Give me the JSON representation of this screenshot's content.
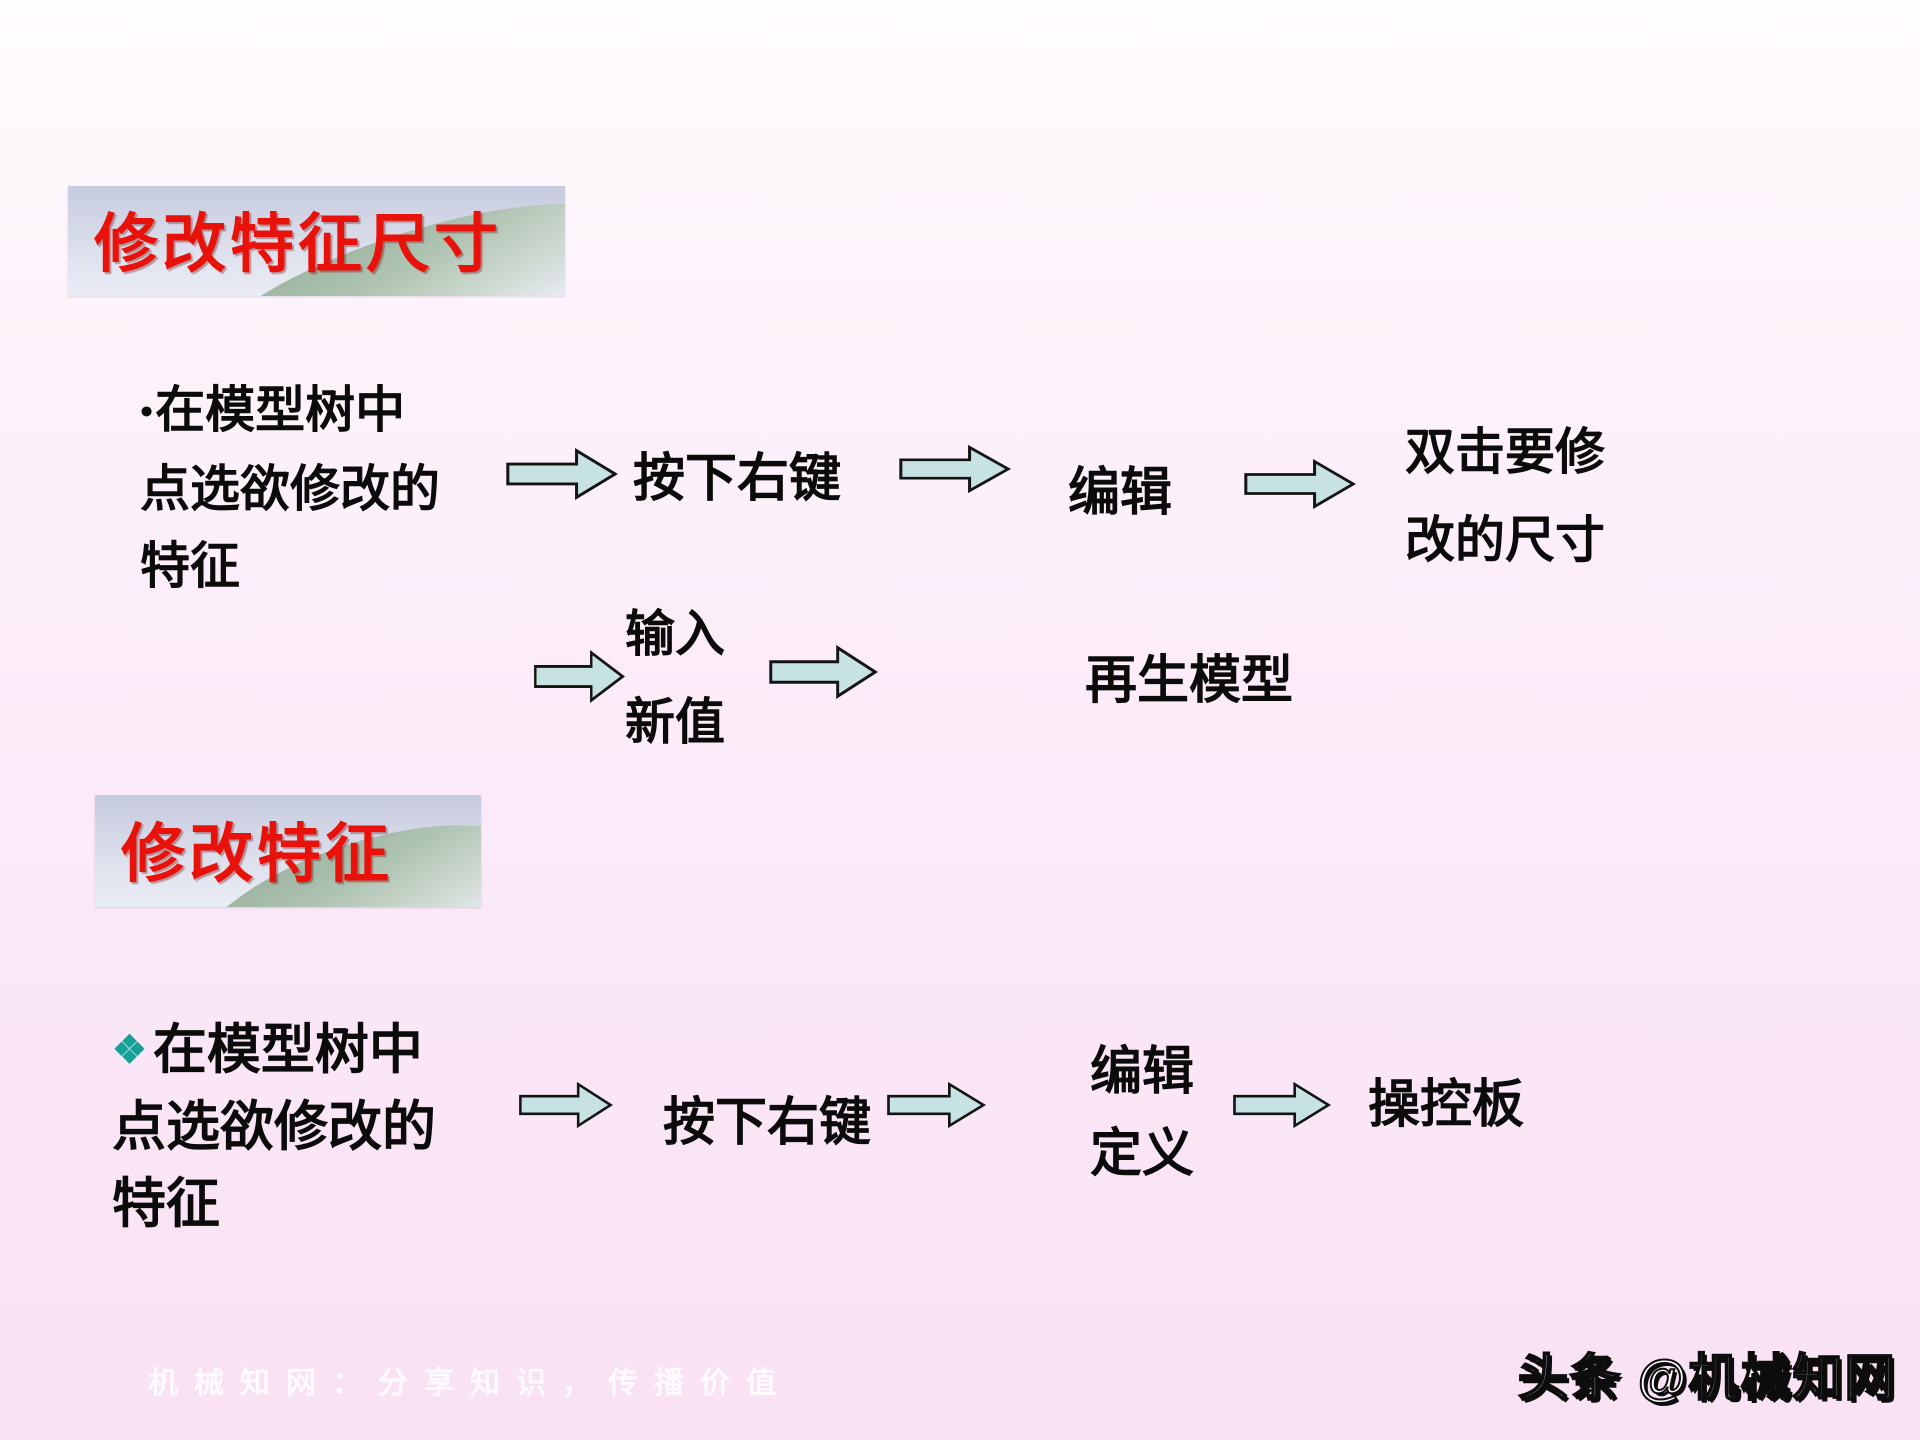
{
  "slide": {
    "arrow_fill": "#c6e2e3",
    "arrow_stroke": "#141414",
    "title_color": "#e8120a",
    "banner_top_color": "#c7cbdf",
    "banner_bottom_color": "#e9ecf4",
    "bg_top": "#fdf5fb",
    "bg_bottom": "#f8e1f3"
  },
  "section_dim": {
    "title": "修改特征尺寸",
    "bullet_marker": "•",
    "bullet_line1": "在模型树中",
    "bullet_line2": "点选欲修改的",
    "bullet_line3": "特征",
    "row1": {
      "step1": "按下右键",
      "step2": "编辑",
      "step3_line1": "双击要修",
      "step3_line2": "改的尺寸"
    },
    "row2": {
      "step1_line1": "输入",
      "step1_line2": "新值",
      "step2": "再生模型"
    }
  },
  "section_feat": {
    "title": "修改特征",
    "bullet_marker": "❖",
    "bullet_marker_color": "#16a096",
    "bullet_line1": "在模型树中",
    "bullet_line2": "点选欲修改的",
    "bullet_line3": "特征",
    "row": {
      "step1": "按下右键",
      "step2_line1": "编辑",
      "step2_line2": "定义",
      "step3": "操控板"
    }
  },
  "footer": {
    "watermark": "机械知网：分享知识，传播价值",
    "logo": "头条 @机械知网"
  }
}
